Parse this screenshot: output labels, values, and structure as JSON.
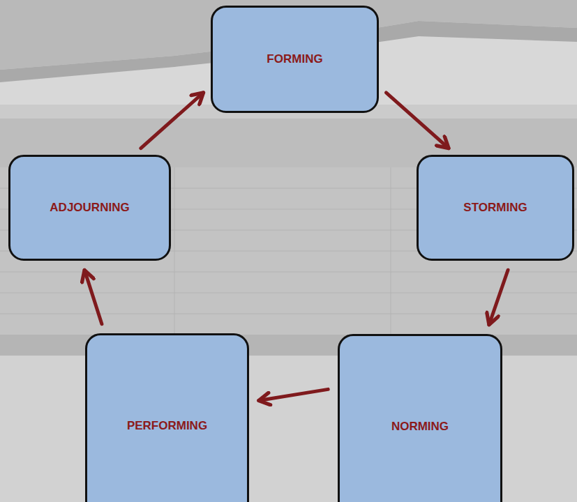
{
  "diagram": {
    "nodes": [
      {
        "text": [
          "FORMING"
        ]
      },
      {
        "text": [
          "STORMING"
        ]
      },
      {
        "text": [
          "NORMING"
        ]
      },
      {
        "text": [
          "PERFORMING"
        ]
      },
      {
        "text": [
          "ADJOURNING"
        ]
      }
    ],
    "edges": [
      {
        "from": 0,
        "to": 1,
        "arrow": "to"
      },
      {
        "from": 1,
        "to": 2,
        "arrow": "to"
      },
      {
        "from": 2,
        "to": 3,
        "arrow": "to"
      },
      {
        "from": 3,
        "to": 4,
        "arrow": "to"
      },
      {
        "from": 4,
        "to": 0,
        "arrow": "to"
      }
    ]
  }
}
